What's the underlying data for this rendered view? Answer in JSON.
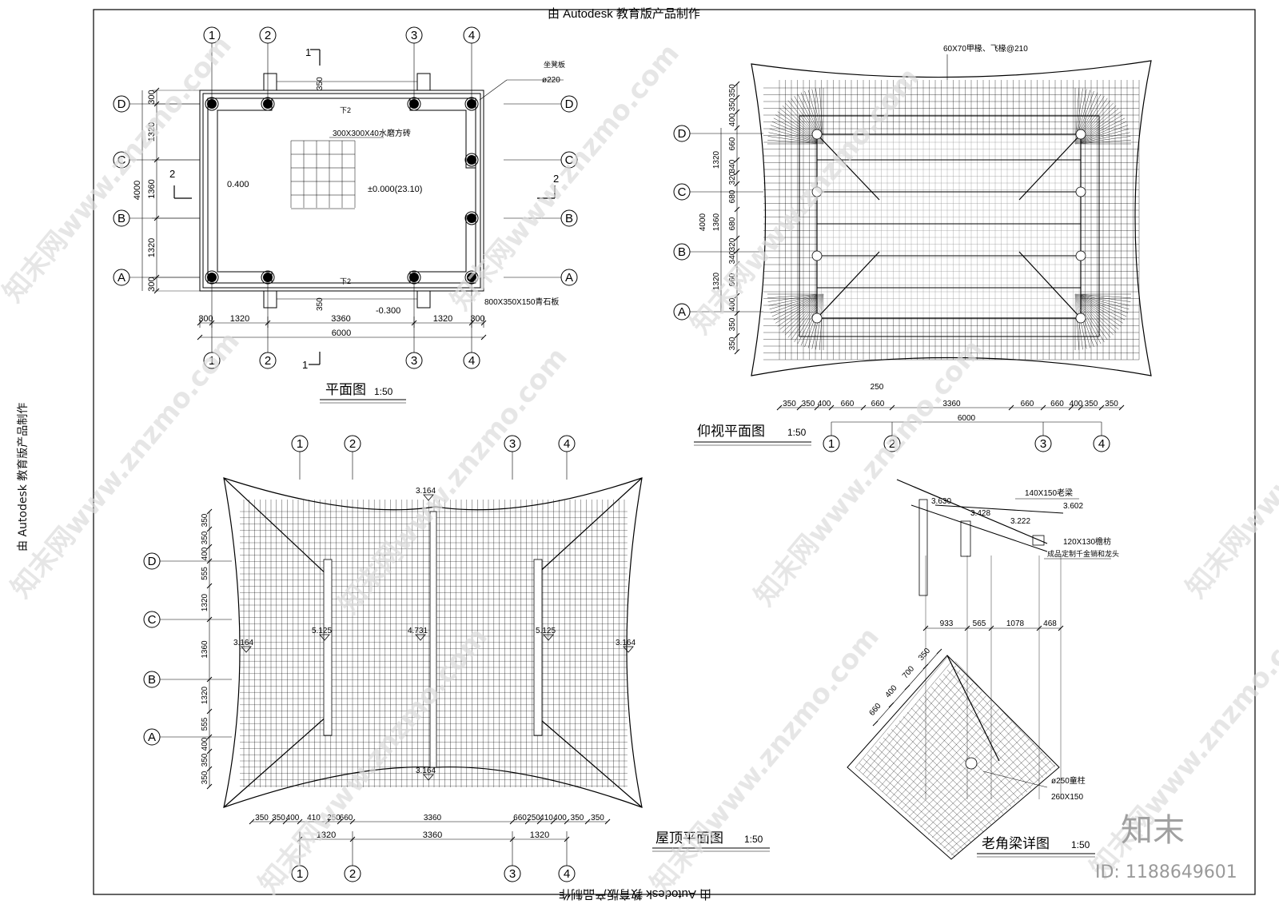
{
  "header": {
    "stamp": "由 Autodesk 教育版产品制作"
  },
  "watermark": {
    "text": "知末网www.znzmo.com",
    "logo": "知末",
    "id_label": "ID: 1188649601"
  },
  "plan": {
    "title": "平面图",
    "scale": "1:50",
    "axes_num": [
      "1",
      "2",
      "3",
      "4"
    ],
    "axes_let": [
      "D",
      "C",
      "B",
      "A"
    ],
    "col_dims": [
      "300",
      "1320",
      "3360",
      "1320",
      "300"
    ],
    "row_dims": [
      "300",
      "1320",
      "1360",
      "1320",
      "300"
    ],
    "total_w": "6000",
    "total_h": "4000",
    "step": "350",
    "notes": {
      "bench": "坐凳板",
      "col": "ø220",
      "tile": "300X300X40水磨方砖",
      "level0": "±0.000(23.10)",
      "level1": "0.400",
      "level2": "-0.300",
      "stone": "800X350X150青石板",
      "down": "下2"
    },
    "sec1": "1",
    "sec2": "2"
  },
  "ceiling": {
    "title": "仰视平面图",
    "scale": "1:50",
    "rafter": "60X70甲椽、飞椽@210",
    "bottom_dims": [
      "350",
      "350",
      "400",
      "660",
      "660",
      "3360",
      "660",
      "660",
      "400",
      "350",
      "350"
    ],
    "extra": "250",
    "total": "6000",
    "left_dims": [
      "350",
      "350",
      "400",
      "660",
      "340",
      "320",
      "680",
      "680",
      "320",
      "340",
      "660",
      "400",
      "350",
      "350"
    ],
    "left_groups": [
      "1320",
      "4000",
      "1360",
      "1320"
    ]
  },
  "roof": {
    "title": "屋顶平面图",
    "scale": "1:50",
    "levels": [
      "3.164",
      "3.164",
      "3.164",
      "3.164",
      "5.125",
      "4.731",
      "5.125"
    ],
    "bottom_dims": [
      "350",
      "350",
      "400",
      "410",
      "250",
      "660",
      "3360",
      "660",
      "250",
      "410",
      "400",
      "350",
      "350"
    ],
    "bottom_groups": [
      "1320",
      "3360",
      "1320"
    ],
    "left_dims": [
      "350",
      "350",
      "400",
      "555",
      "1320",
      "1360",
      "1320",
      "555",
      "400",
      "350",
      "350"
    ]
  },
  "beam": {
    "title": "老角梁详图",
    "scale": "1:50",
    "labels": {
      "a": "140X150老梁",
      "b": "120X130檐枋",
      "c": "成品定制千金销和龙头",
      "d": "ø250童柱",
      "e": "260X150"
    },
    "levels": [
      "3.630",
      "3.428",
      "3.222",
      "3.602"
    ],
    "dims": [
      "933",
      "565",
      "1078",
      "468"
    ],
    "diag_dims": [
      "660",
      "400",
      "700",
      "350"
    ]
  }
}
